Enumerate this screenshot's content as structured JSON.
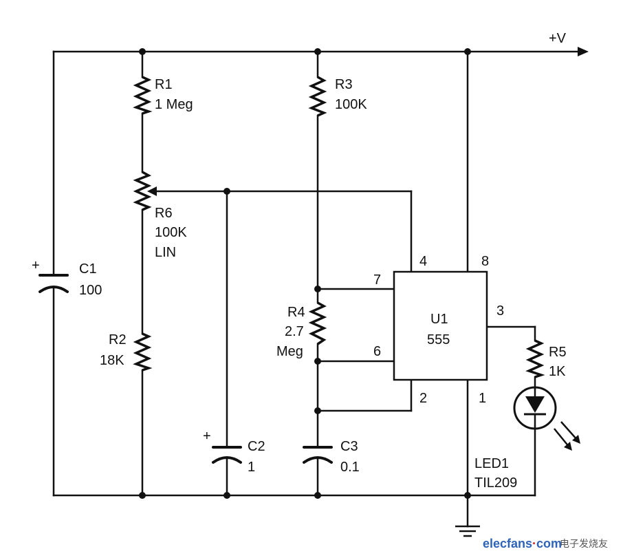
{
  "supply": {
    "label": "+V"
  },
  "components": {
    "r1": {
      "ref": "R1",
      "value": "1 Meg"
    },
    "r3": {
      "ref": "R3",
      "value": "100K"
    },
    "r6": {
      "ref": "R6",
      "value": "100K",
      "taper": "LIN"
    },
    "c1": {
      "ref": "C1",
      "value": "100",
      "polarity": "+"
    },
    "r2": {
      "ref": "R2",
      "value": "18K"
    },
    "r4": {
      "ref": "R4",
      "value_line1": "2.7",
      "value_line2": "Meg"
    },
    "c2": {
      "ref": "C2",
      "value": "1",
      "polarity": "+"
    },
    "c3": {
      "ref": "C3",
      "value": "0.1"
    },
    "u1": {
      "ref": "U1",
      "part": "555"
    },
    "r5": {
      "ref": "R5",
      "value": "1K"
    },
    "led1": {
      "ref": "LED1",
      "part": "TIL209"
    }
  },
  "pins": {
    "p4": "4",
    "p8": "8",
    "p7": "7",
    "p3": "3",
    "p6": "6",
    "p2": "2",
    "p1": "1"
  },
  "watermark": {
    "brand_blue": "elecfans",
    "brand_dot": "·",
    "brand_tail": "com",
    "tagline": "电子发烧友"
  }
}
